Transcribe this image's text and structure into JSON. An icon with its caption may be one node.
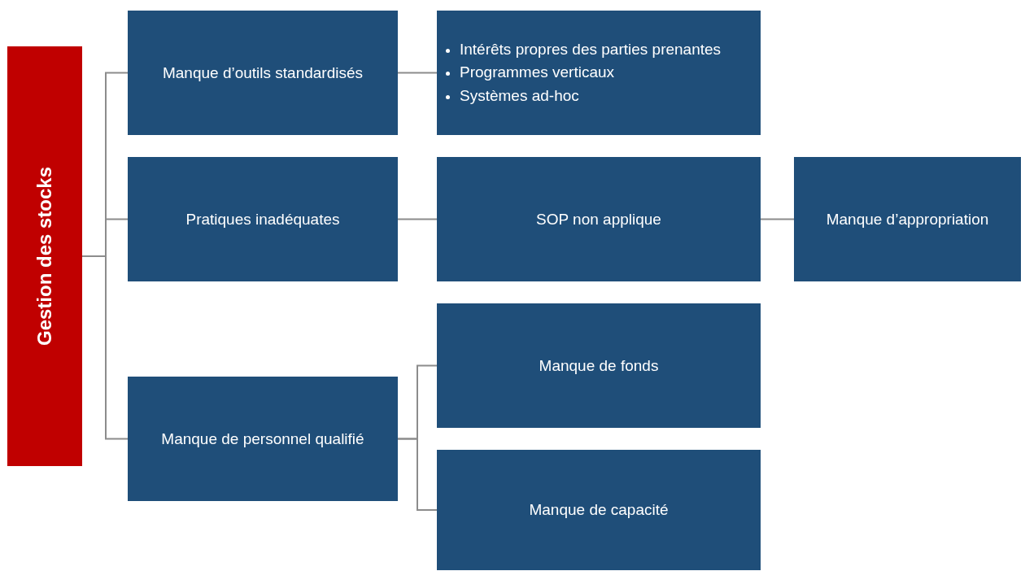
{
  "diagram": {
    "nodes": [
      {
        "text": [
          "Gestion des stocks"
        ]
      },
      {
        "text": [
          "Manque d’outils standardisés"
        ]
      },
      {
        "text": [
          "Intérêts propres des parties prenantes",
          "Programmes verticaux",
          "Systèmes ad-hoc"
        ]
      },
      {
        "text": [
          "Pratiques inadéquates"
        ]
      },
      {
        "text": [
          "SOP non applique"
        ]
      },
      {
        "text": [
          "Manque d’appropriation"
        ]
      },
      {
        "text": [
          "Manque de personnel qualifié"
        ]
      },
      {
        "text": [
          "Manque de fonds"
        ]
      },
      {
        "text": [
          "Manque de capacité"
        ]
      }
    ],
    "edges": [
      {
        "from": 0,
        "to": 1,
        "arrow": "none"
      },
      {
        "from": 0,
        "to": 3,
        "arrow": "none"
      },
      {
        "from": 0,
        "to": 6,
        "arrow": "none"
      },
      {
        "from": 1,
        "to": 2,
        "arrow": "none"
      },
      {
        "from": 3,
        "to": 4,
        "arrow": "none"
      },
      {
        "from": 4,
        "to": 5,
        "arrow": "none"
      },
      {
        "from": 6,
        "to": 7,
        "arrow": "none"
      },
      {
        "from": 6,
        "to": 8,
        "arrow": "none"
      }
    ]
  }
}
